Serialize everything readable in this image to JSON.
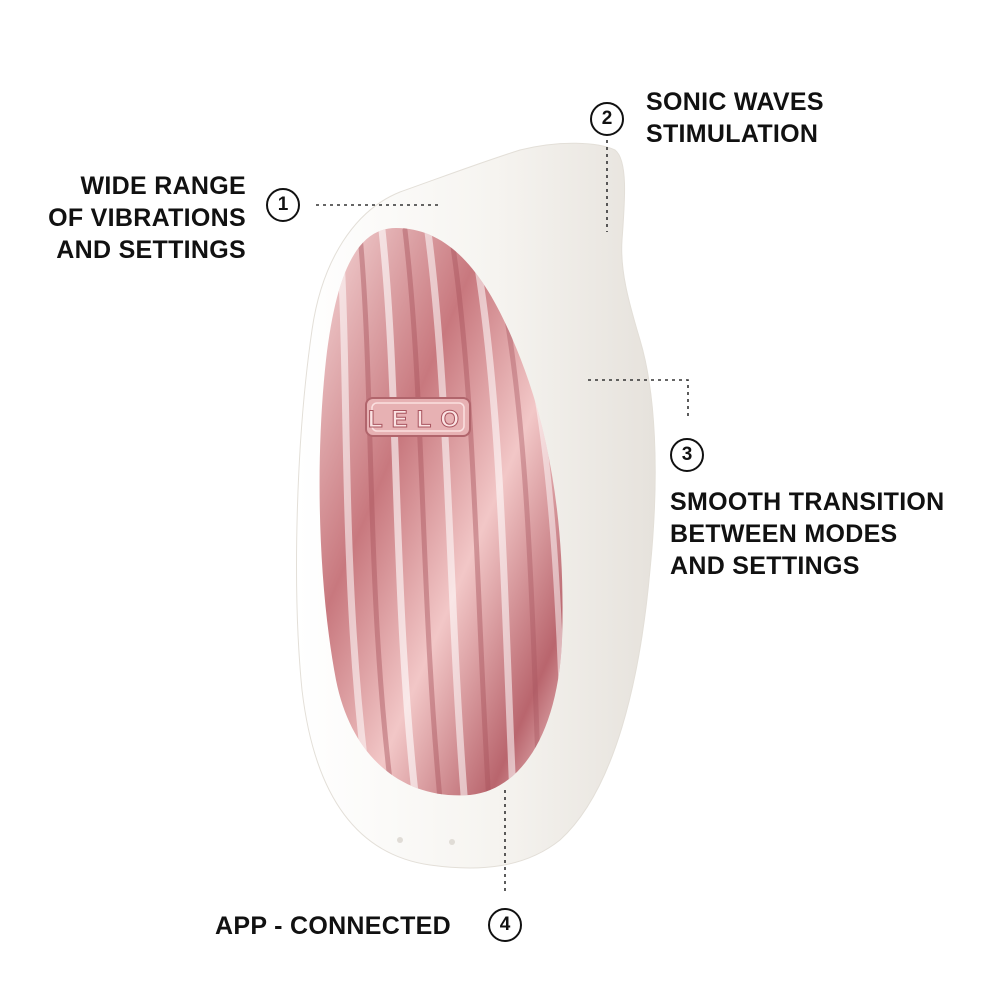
{
  "callouts": [
    {
      "number": "1",
      "lines": [
        "WIDE RANGE",
        "OF VIBRATIONS",
        "AND SETTINGS"
      ]
    },
    {
      "number": "2",
      "lines": [
        "SONIC WAVES",
        "STIMULATION"
      ]
    },
    {
      "number": "3",
      "lines": [
        "SMOOTH TRANSITION",
        "BETWEEN MODES",
        "AND SETTINGS"
      ]
    },
    {
      "number": "4",
      "lines": [
        "APP - CONNECTED"
      ]
    }
  ],
  "product": {
    "logo_text": "LELO",
    "body_color": "#f5f3ef",
    "panel_color": "#e5a9ac"
  },
  "colors": {
    "text": "#111111",
    "background": "#ffffff"
  }
}
